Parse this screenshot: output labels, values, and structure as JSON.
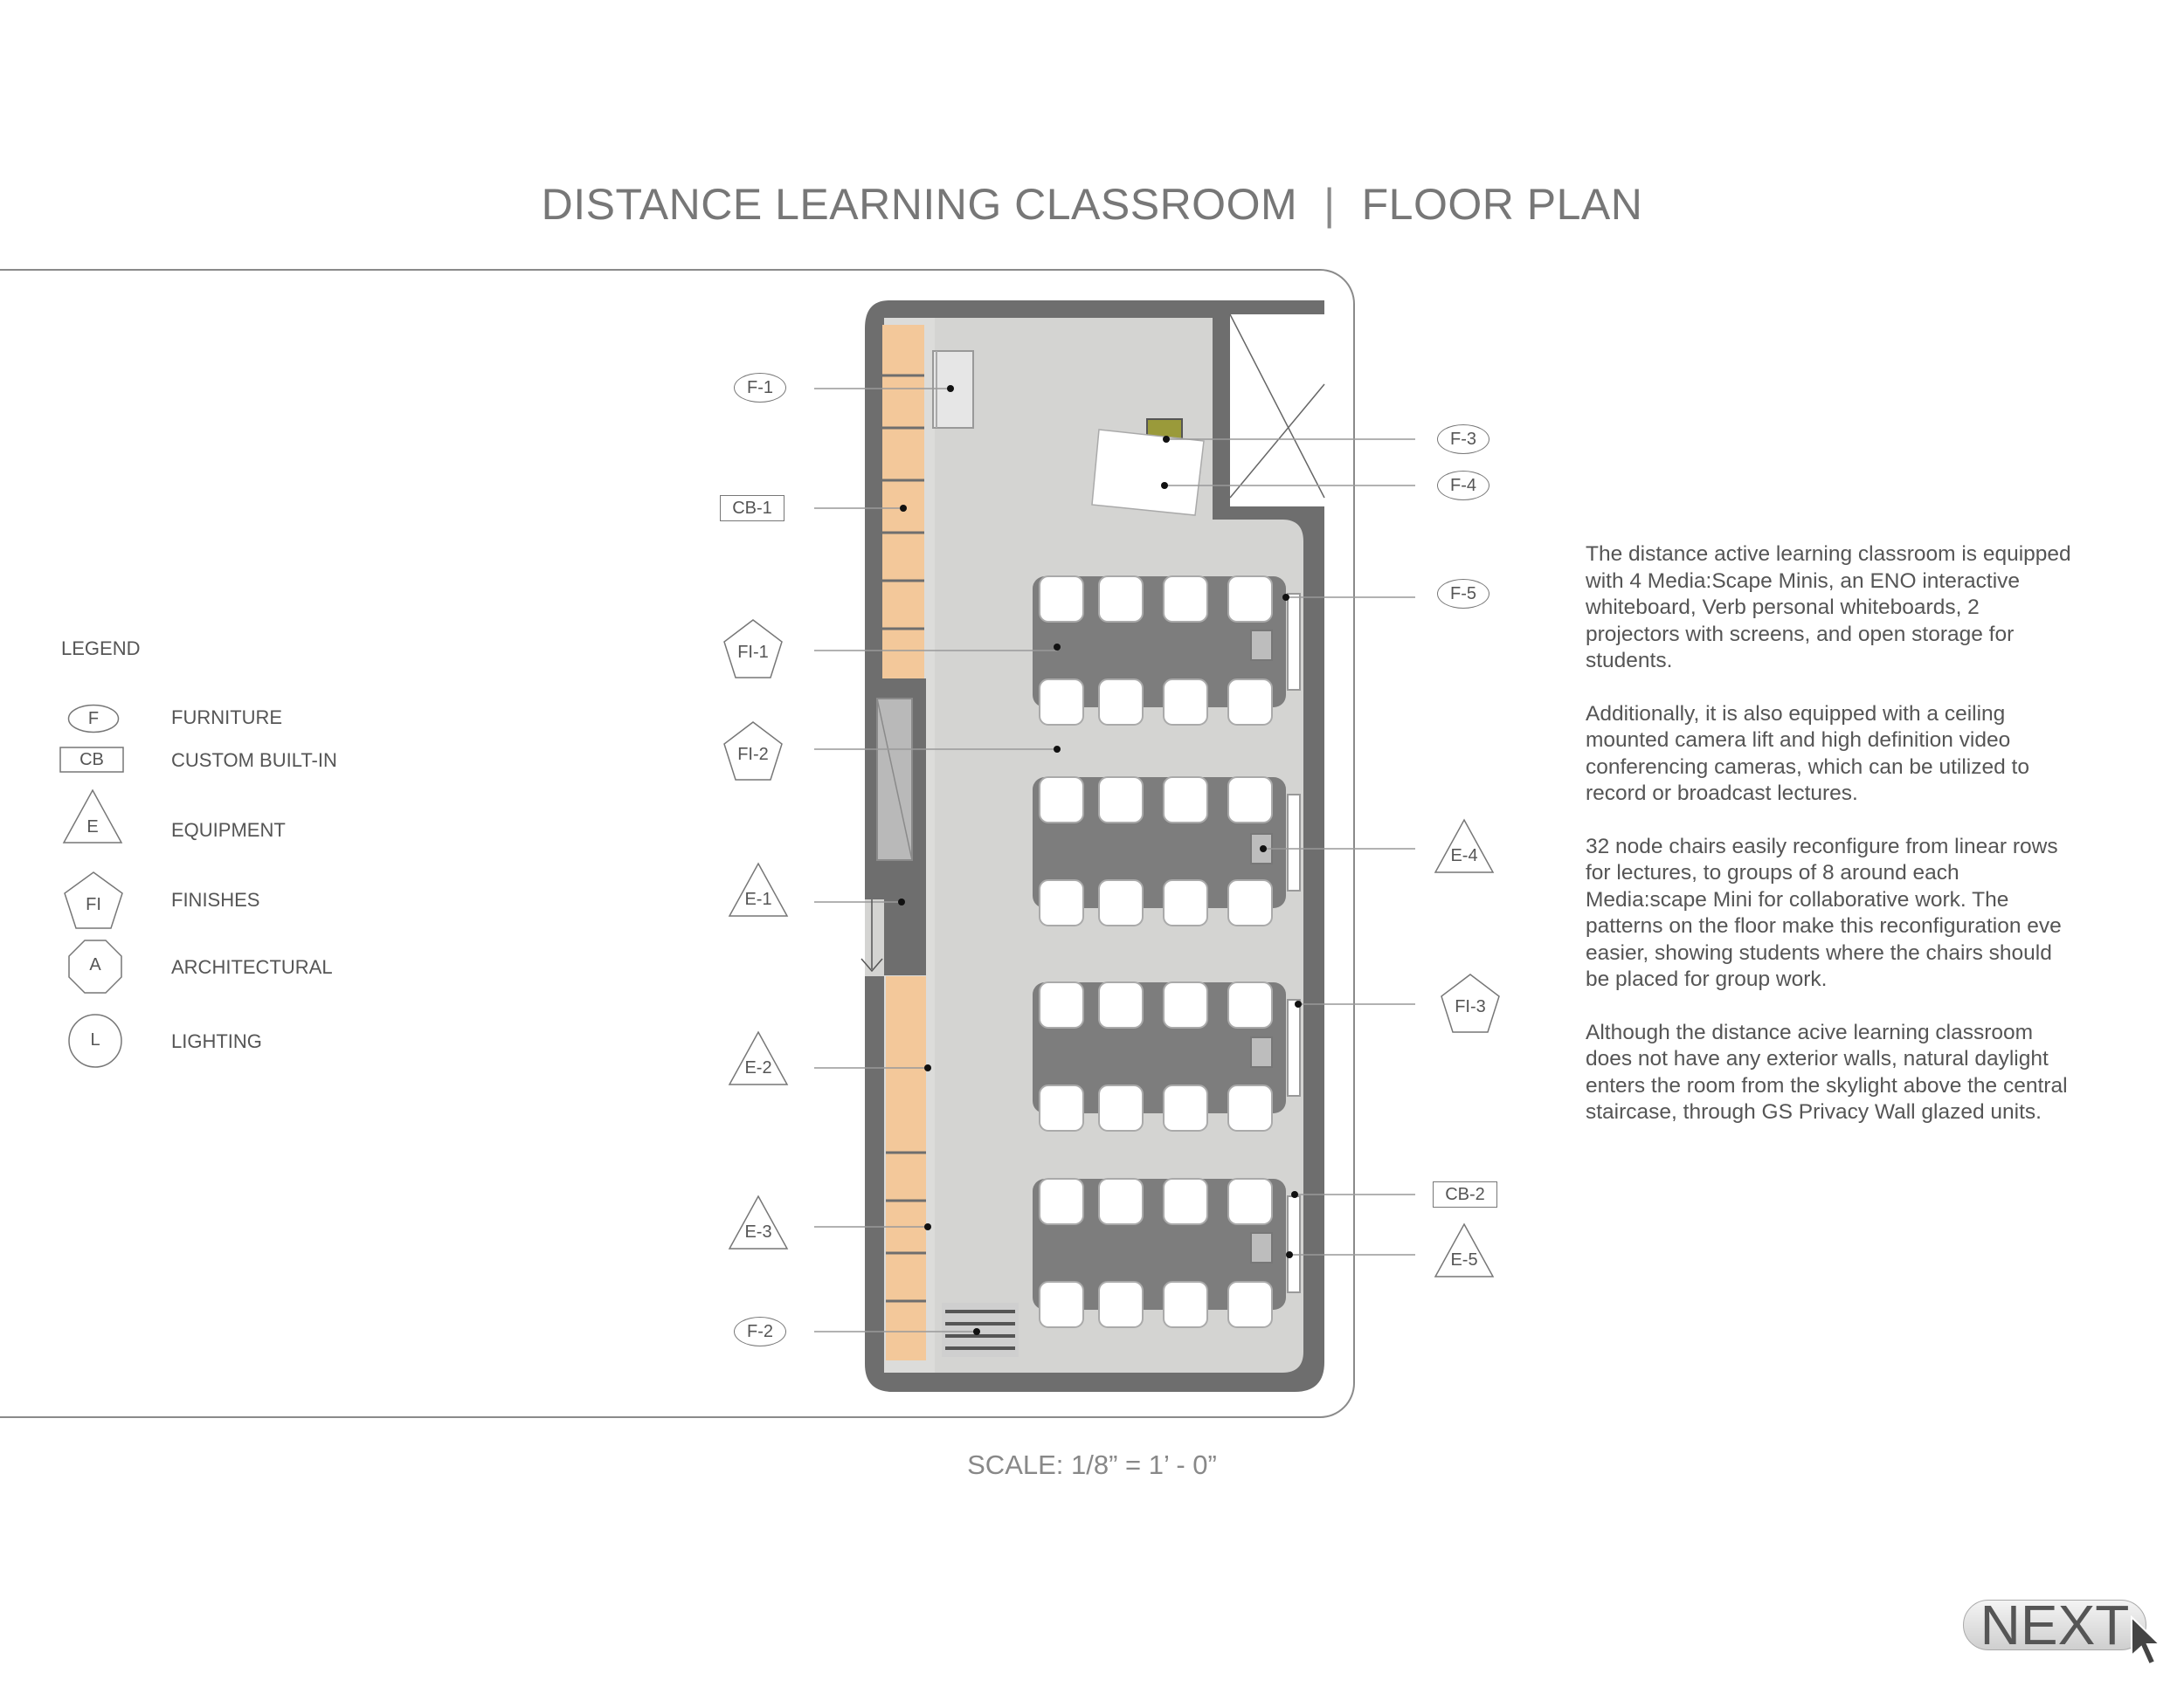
{
  "header": {
    "title_left": "DISTANCE LEARNING CLASSROOM",
    "separator": "|",
    "title_right": "FLOOR PLAN"
  },
  "legend": {
    "title": "LEGEND",
    "items": [
      {
        "symbol": "F",
        "shape": "oval",
        "label": "FURNITURE"
      },
      {
        "symbol": "CB",
        "shape": "rectangle",
        "label": "CUSTOM BUILT-IN"
      },
      {
        "symbol": "E",
        "shape": "triangle",
        "label": "EQUIPMENT"
      },
      {
        "symbol": "FI",
        "shape": "pentagon",
        "label": "FINISHES"
      },
      {
        "symbol": "A",
        "shape": "octagon",
        "label": "ARCHITECTURAL"
      },
      {
        "symbol": "L",
        "shape": "circle",
        "label": "LIGHTING"
      }
    ]
  },
  "tags": {
    "left": [
      "F-1",
      "CB-1",
      "FI-1",
      "FI-2",
      "E-1",
      "E-2",
      "E-3",
      "F-2"
    ],
    "right": [
      "F-3",
      "F-4",
      "F-5",
      "E-4",
      "FI-3",
      "CB-2",
      "E-5"
    ]
  },
  "description": [
    "The distance active learning classroom is equipped with 4 Media:Scape Minis, an ENO interactive whiteboard, Verb personal whiteboards, 2 projectors with screens, and open storage for students.",
    "Additionally, it is also equipped with a ceiling mounted camera lift and high definition video conferencing cameras, which can be utilized to record or broadcast lectures.",
    "32 node chairs easily reconfigure from linear rows for lectures, to groups of 8 around each Media:scape Mini for collaborative work.  The patterns on the floor make this reconfiguration eve easier, showing students where the chairs should be placed for group work.",
    "Although the distance acive learning classroom does not have any exterior walls, natural daylight enters the room from the skylight above the central staircase, through GS Privacy Wall glazed units."
  ],
  "scale": "SCALE:  1/8” = 1’ - 0”",
  "nav": {
    "next_label": "NEXT"
  },
  "colors": {
    "wall": "#6e6e6e",
    "floor": "#d4d4d2",
    "casework": "#f3c89a",
    "table": "#7d7d7d",
    "chair": "#ffffff"
  }
}
